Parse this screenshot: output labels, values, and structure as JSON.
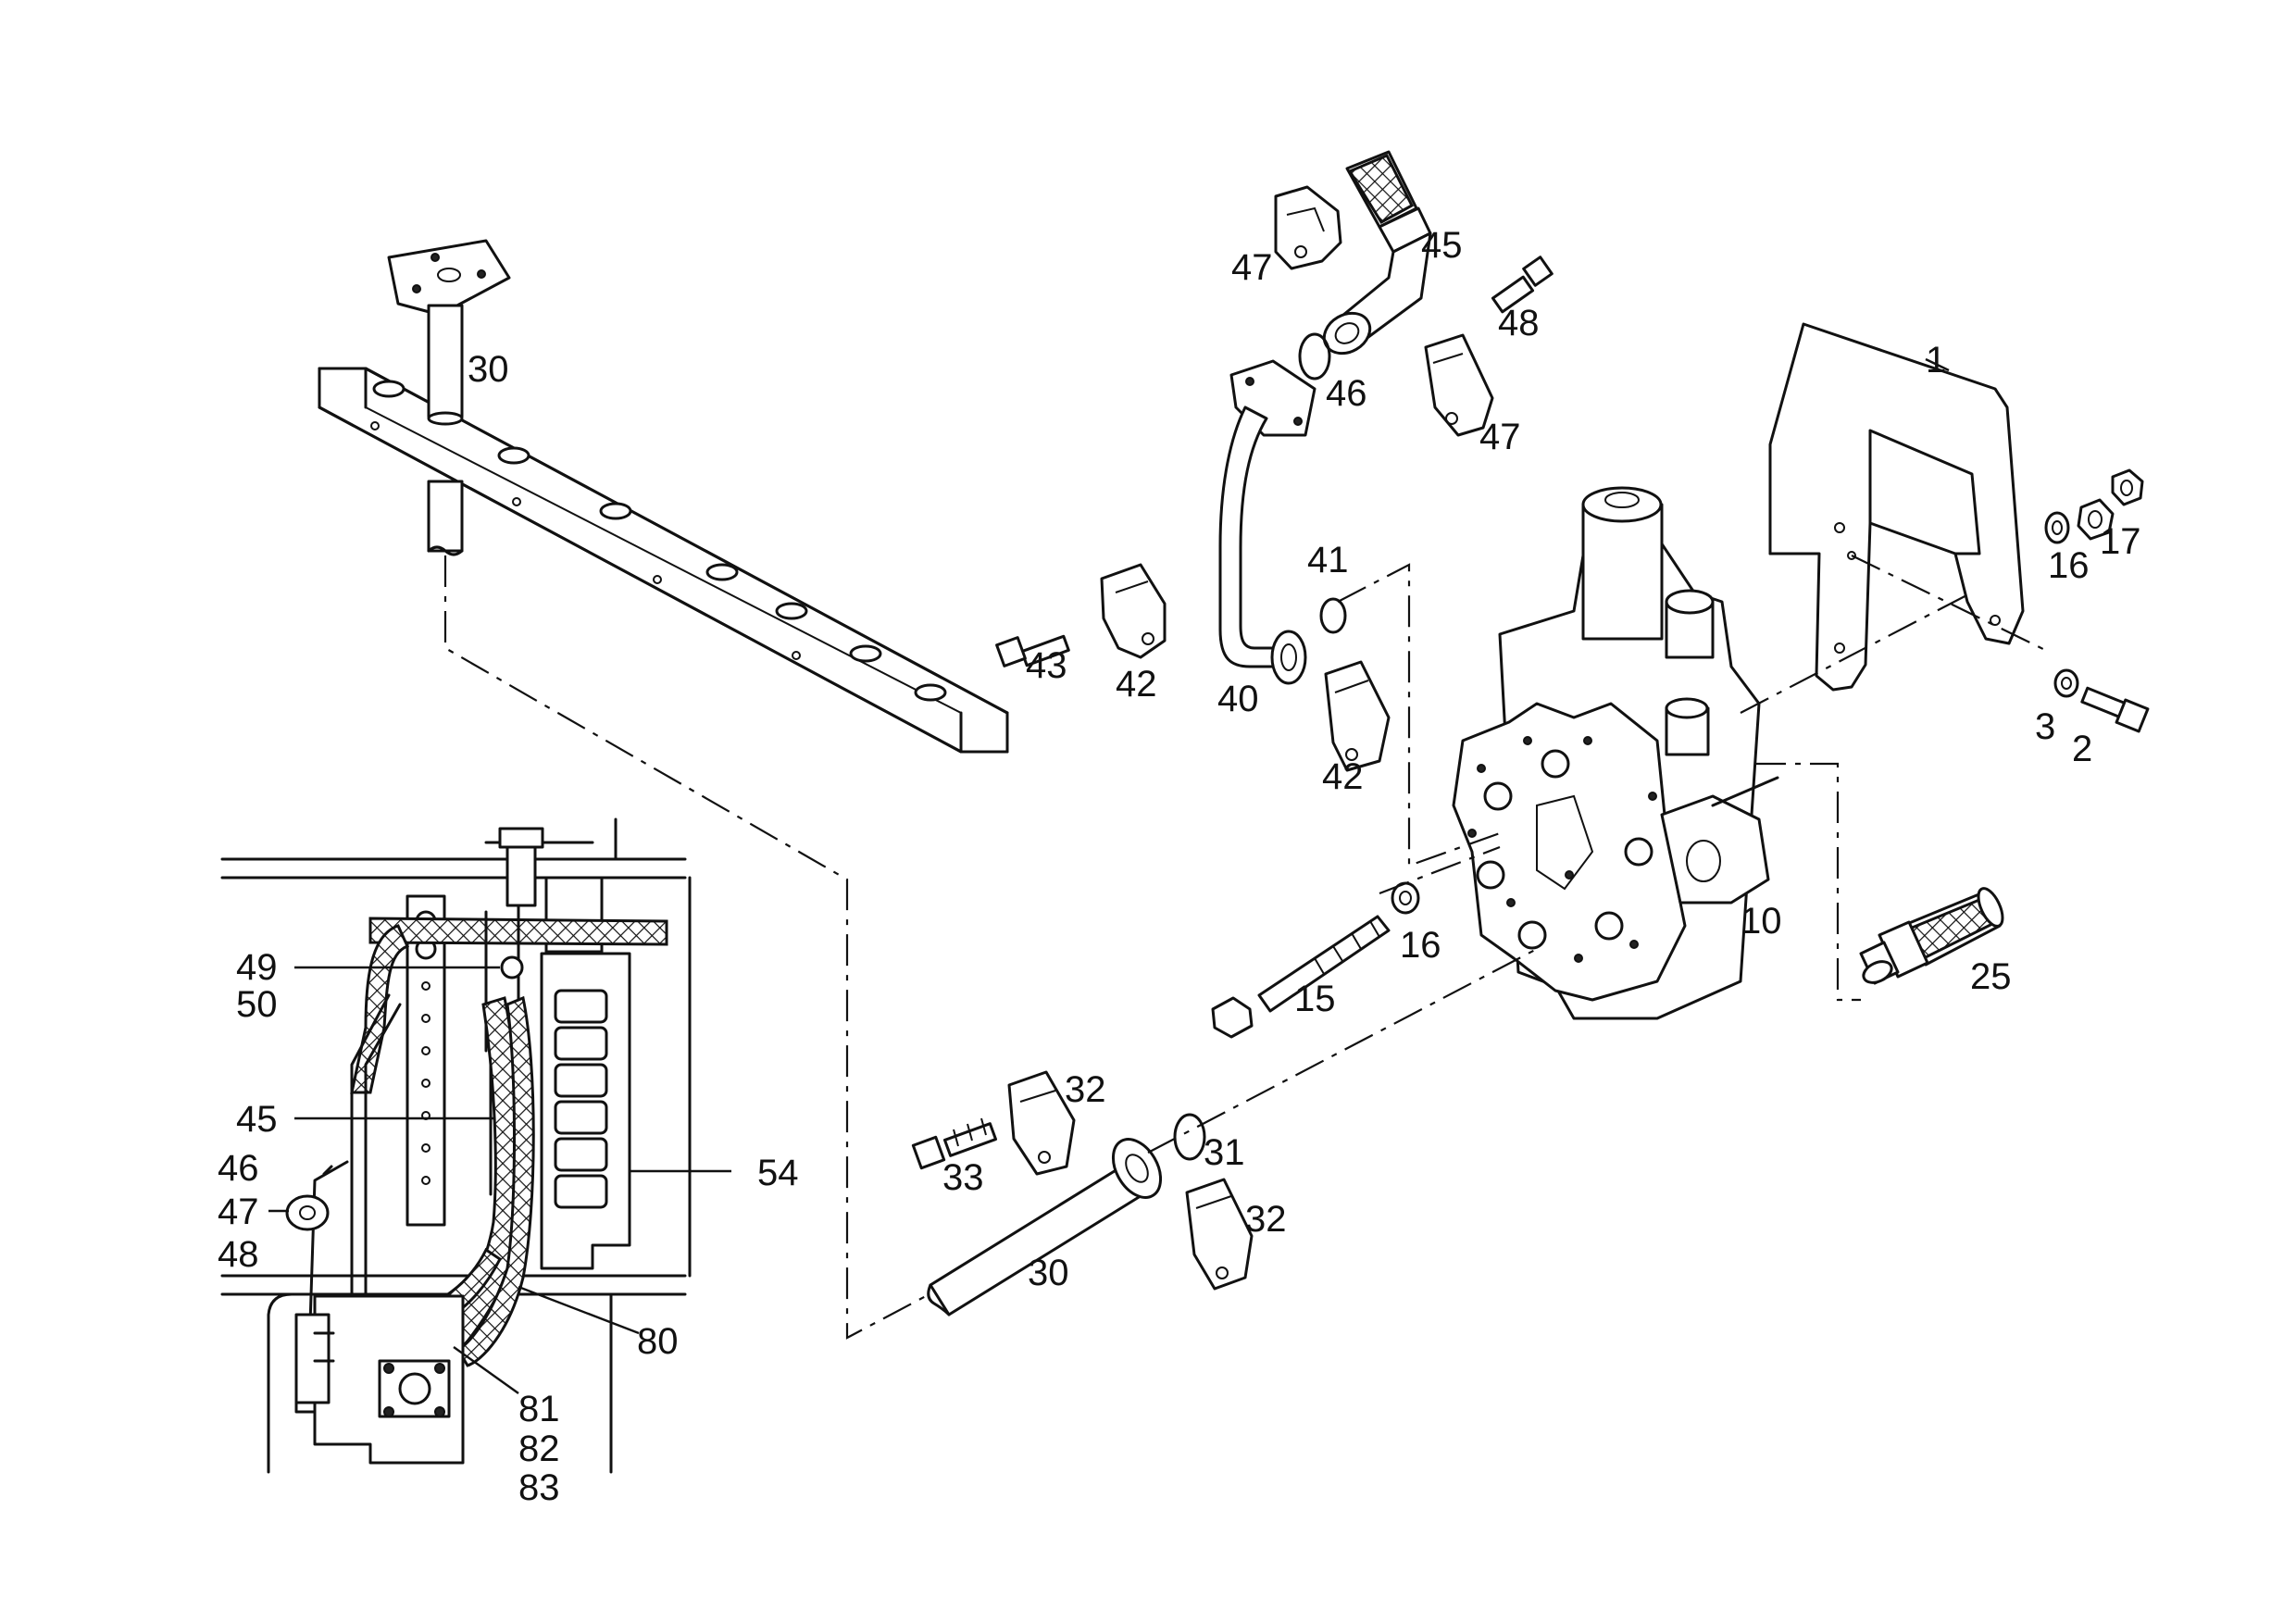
{
  "diagram": {
    "callouts": {
      "c1": "1",
      "c2": "2",
      "c3": "3",
      "c10": "10",
      "c15": "15",
      "c16a": "16",
      "c16b": "16",
      "c17": "17",
      "c25": "25",
      "c30a": "30",
      "c30b": "30",
      "c31": "31",
      "c32a": "32",
      "c32b": "32",
      "c33": "33",
      "c40": "40",
      "c41": "41",
      "c42a": "42",
      "c42b": "42",
      "c43": "43",
      "c45": "45",
      "c46": "46",
      "c47a": "47",
      "c47b": "47",
      "c48": "48"
    },
    "inset_callouts": {
      "i49": "49",
      "i50": "50",
      "i45": "45",
      "i46": "46",
      "i47": "47",
      "i48": "48",
      "i54": "54",
      "i80": "80",
      "i81": "81",
      "i82": "82",
      "i83": "83"
    }
  }
}
